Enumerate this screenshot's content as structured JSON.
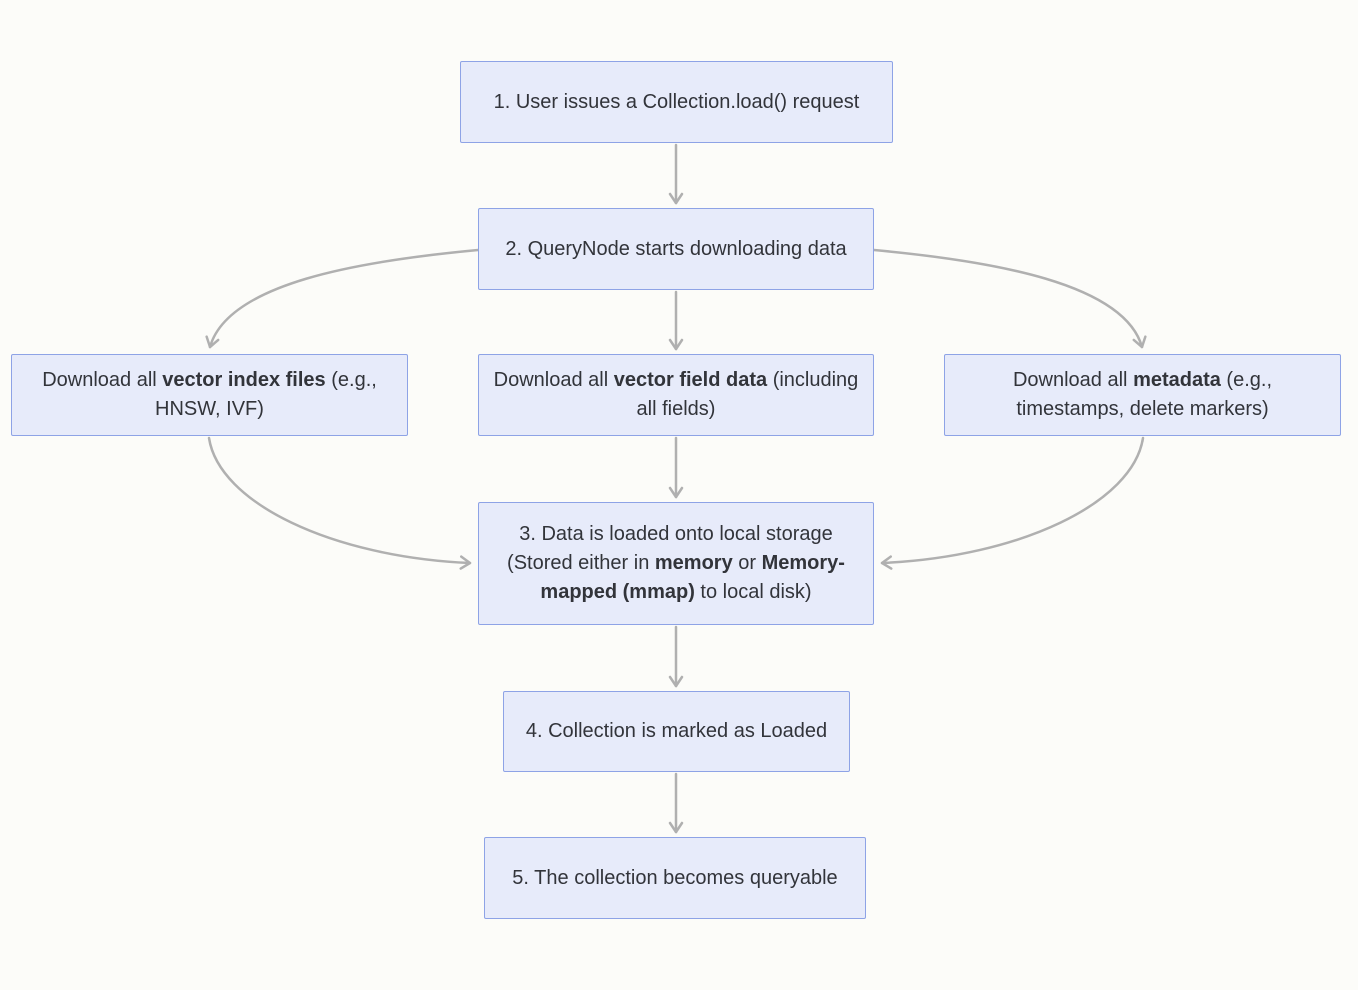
{
  "diagram": {
    "type": "flowchart",
    "colors": {
      "background": "#FCFCF9",
      "node_fill": "#E7EBFA",
      "node_border": "#8EA3E6",
      "arrow": "#B0B0B0",
      "text": "#32343A"
    },
    "nodes": [
      {
        "name": "step-1",
        "segments": [
          {
            "text": "1. User issues a Collection.load() request",
            "bold": false
          }
        ]
      },
      {
        "name": "step-2",
        "segments": [
          {
            "text": "2. QueryNode starts downloading data",
            "bold": false
          }
        ]
      },
      {
        "name": "download-vector-index-files",
        "segments": [
          {
            "text": "Download all ",
            "bold": false
          },
          {
            "text": "vector index files",
            "bold": true
          },
          {
            "text": " (e.g., HNSW, IVF)",
            "bold": false
          }
        ]
      },
      {
        "name": "download-vector-field-data",
        "segments": [
          {
            "text": "Download all ",
            "bold": false
          },
          {
            "text": "vector field data",
            "bold": true
          },
          {
            "text": " (including all fields)",
            "bold": false
          }
        ]
      },
      {
        "name": "download-metadata",
        "segments": [
          {
            "text": "Download all ",
            "bold": false
          },
          {
            "text": "metadata",
            "bold": true
          },
          {
            "text": " (e.g., timestamps, delete markers)",
            "bold": false
          }
        ]
      },
      {
        "name": "step-3",
        "segments": [
          {
            "text": "3. Data is loaded onto local storage (Stored either in ",
            "bold": false
          },
          {
            "text": "memory",
            "bold": true
          },
          {
            "text": " or ",
            "bold": false
          },
          {
            "text": "Memory-mapped (mmap)",
            "bold": true
          },
          {
            "text": " to local disk)",
            "bold": false
          }
        ]
      },
      {
        "name": "step-4",
        "segments": [
          {
            "text": "4. Collection is marked as Loaded",
            "bold": false
          }
        ]
      },
      {
        "name": "step-5",
        "segments": [
          {
            "text": "5. The collection becomes queryable",
            "bold": false
          }
        ]
      }
    ],
    "edges": [
      {
        "from": "step-1",
        "to": "step-2"
      },
      {
        "from": "step-2",
        "to": "download-vector-index-files"
      },
      {
        "from": "step-2",
        "to": "download-vector-field-data"
      },
      {
        "from": "step-2",
        "to": "download-metadata"
      },
      {
        "from": "download-vector-index-files",
        "to": "step-3"
      },
      {
        "from": "download-vector-field-data",
        "to": "step-3"
      },
      {
        "from": "download-metadata",
        "to": "step-3"
      },
      {
        "from": "step-3",
        "to": "step-4"
      },
      {
        "from": "step-4",
        "to": "step-5"
      }
    ]
  }
}
